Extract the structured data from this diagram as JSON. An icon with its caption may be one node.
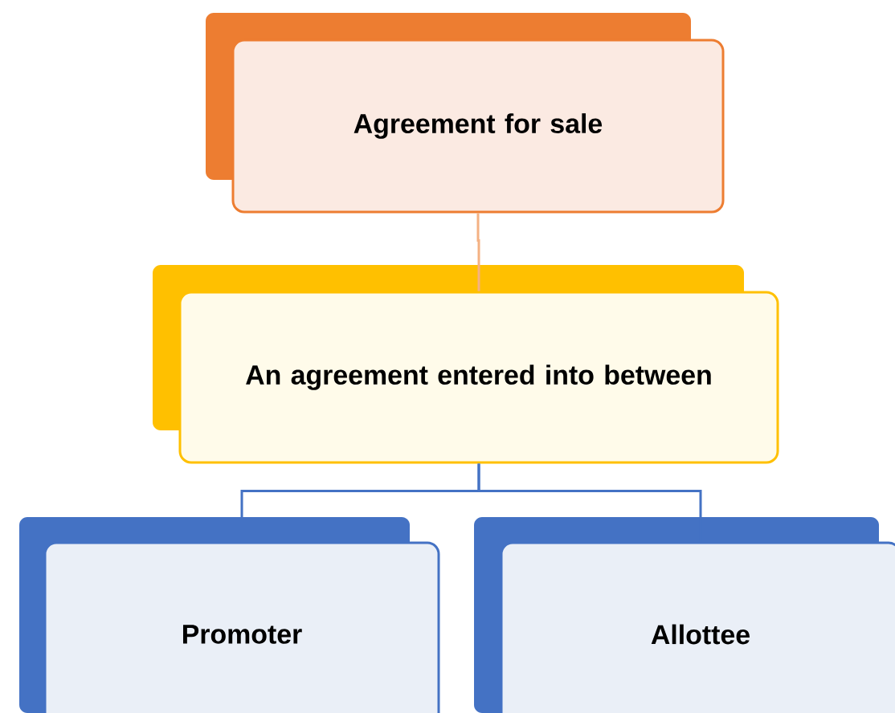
{
  "diagram": {
    "nodes": [
      {
        "text": [
          "Agreement for sale"
        ]
      },
      {
        "text": [
          "An agreement entered into between"
        ]
      },
      {
        "text": [
          "Promoter"
        ]
      },
      {
        "text": [
          "Allottee"
        ]
      }
    ],
    "edges": [
      {
        "from": 0,
        "to": 1,
        "arrow": "none",
        "color": "#f4b183"
      },
      {
        "from": 1,
        "to": 2,
        "arrow": "none"
      },
      {
        "from": 1,
        "to": 3,
        "arrow": "none"
      }
    ]
  }
}
